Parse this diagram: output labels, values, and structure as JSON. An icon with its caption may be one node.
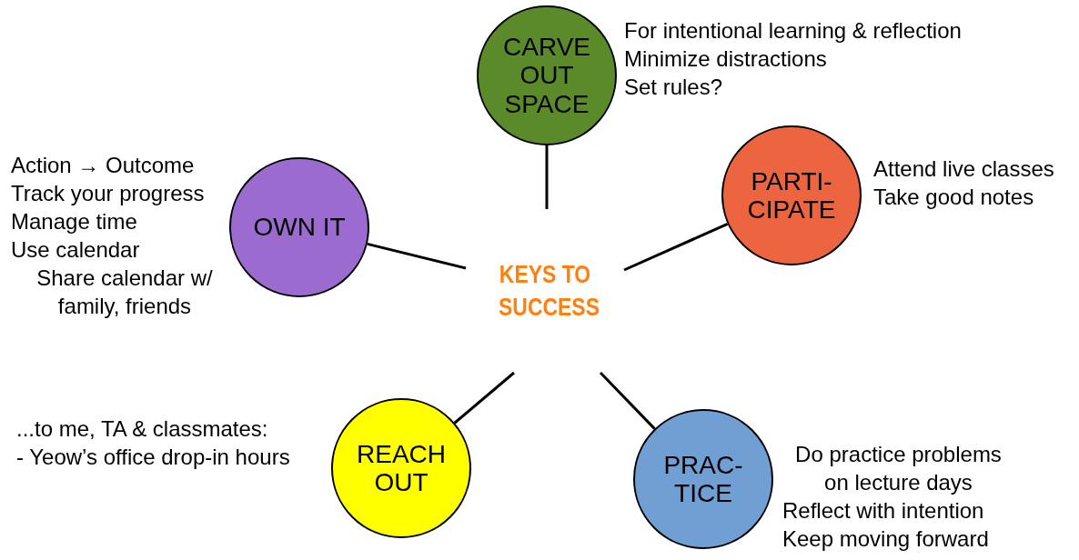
{
  "diagram": {
    "nodes": [
      {
        "text": [
          "KEYS TO SUCCESS"
        ]
      },
      {
        "text": [
          "CARVE OUT SPACE"
        ],
        "beside": [
          "For intentional learning & reflection",
          "Minimize distractions",
          "Set rules?"
        ]
      },
      {
        "text": [
          "OWN IT"
        ],
        "beside": [
          "Action → Outcome",
          "Track your progress",
          "Manage time",
          "Use calendar",
          "Share calendar w/ family, friends"
        ]
      },
      {
        "text": [
          "PARTI- CIPATE"
        ],
        "beside": [
          "Attend live classes",
          "Take good notes"
        ]
      },
      {
        "text": [
          "REACH OUT"
        ],
        "beside": [
          "...to me, TA & classmates:",
          "- Yeow’s office drop-in hours"
        ]
      },
      {
        "text": [
          "PRAC- TICE"
        ],
        "beside": [
          "Do practice problems on lecture days",
          "Reflect with intention",
          "Keep moving forward"
        ]
      }
    ],
    "edges": [
      {
        "from": 0,
        "to": 1,
        "arrow": "none"
      },
      {
        "from": 0,
        "to": 2,
        "arrow": "none"
      },
      {
        "from": 0,
        "to": 3,
        "arrow": "none"
      },
      {
        "from": 0,
        "to": 4,
        "arrow": "none"
      },
      {
        "from": 0,
        "to": 5,
        "arrow": "none"
      }
    ]
  }
}
